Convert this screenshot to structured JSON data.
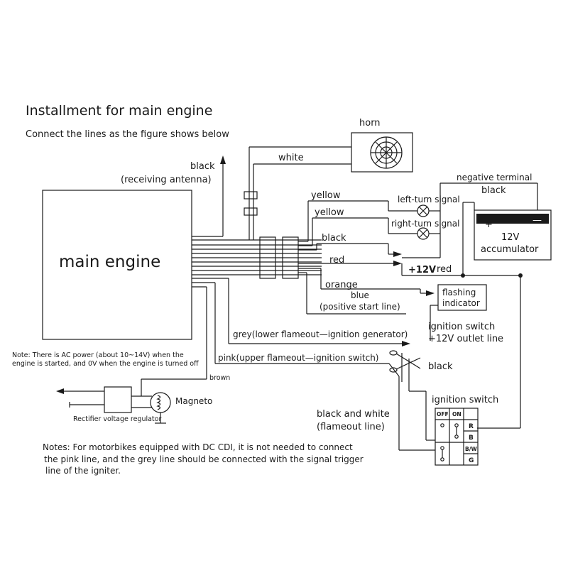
{
  "title": "Installment for main engine",
  "subtitle": "Connect the lines as the figure shows below",
  "main_engine": "main engine",
  "antenna": {
    "color": "black",
    "label": "(receiving antenna)"
  },
  "horn": {
    "label": "horn",
    "wire": "white"
  },
  "battery": {
    "label_top": "negative terminal",
    "wire": "black",
    "plus": "+",
    "minus": "—",
    "name_line1": "12V",
    "name_line2": "accumulator"
  },
  "wires": {
    "yellow_1": "yellow",
    "yellow_2": "yellow",
    "black": "black",
    "red": "red",
    "plus12v": "+12V",
    "red_right": "red",
    "orange": "orange",
    "blue": "blue",
    "positive_start": "(positive start line)",
    "grey": "grey(lower flameout—ignition generator)",
    "pink": "pink(upper flameout—ignition switch)",
    "brown": "brown",
    "cut_black": "black",
    "flameout_line1": "black and white",
    "flameout_line2": "(flameout line)"
  },
  "signals": {
    "left": "left-turn signal",
    "right": "right-turn signal"
  },
  "flashing": {
    "line1": "flashing",
    "line2": "indicator"
  },
  "ign_switch_outlet": {
    "line1": "ignition switch",
    "line2": "+12V outlet line"
  },
  "ignition_switch": {
    "title": "ignition switch",
    "col_off": "OFF",
    "col_on": "ON",
    "rows": [
      "R",
      "B",
      "B/W",
      "G"
    ]
  },
  "note_ac": {
    "line1": "Note: There is AC power (about 10~14V) when the",
    "line2": "engine is started, and 0V when the engine is turned off"
  },
  "magneto": "Magneto",
  "rectifier": "Rectifier voltage regulator",
  "notes": {
    "line1": "Notes: For motorbikes equipped with DC CDI, it is not needed to connect",
    "line2": "the pink line, and the grey line should be connected with the signal trigger",
    "line3": "line of the igniter."
  }
}
